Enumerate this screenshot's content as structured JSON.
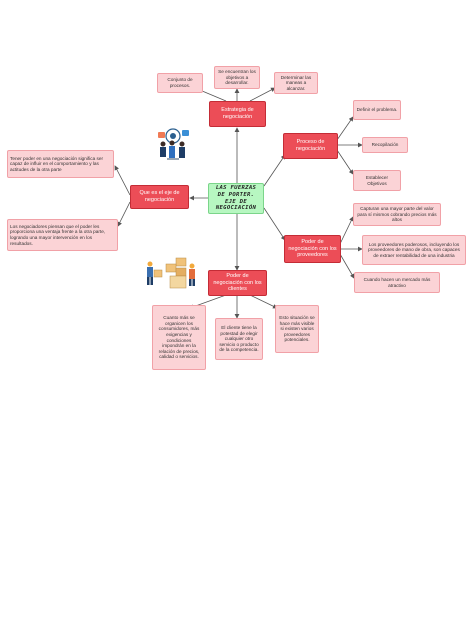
{
  "center": {
    "title": "LAS FUERZAS DE PORTER. EJE DE NEGOCIACIÓN"
  },
  "branches": {
    "top": {
      "label": "Estrategia de negociación",
      "leaves": [
        "Conjunto de procesos.",
        "Se encuentran los objetivos a desarrollar.",
        "Determinar las maneas a alcanzar."
      ]
    },
    "right_upper": {
      "label": "Proceso de negociación",
      "leaves": [
        "Definir el problema.",
        "Recopilación",
        "Establecer Objetivos"
      ]
    },
    "right_lower": {
      "label": "Poder de negociación con los proveedores",
      "leaves": [
        "Capturan una mayor parte del valor para sí mismos cobrando precios más altos",
        "Los proveedores poderosos, incluyendo los proveedores de mano de obra, son capaces de extraer rentabilidad de una industria",
        "Cuando hacen un mercado más atractivo"
      ]
    },
    "left": {
      "label": "Que es el eje de negociación",
      "leaves": [
        "Tener poder en una negociación significa ser capaz de influir en el comportamiento y las actitudes de la otra parte",
        "Los negociadores piensan que el poder les proporciona una ventaja frente a la otra parte, logrando una mayor intervención en los resultados."
      ]
    },
    "bottom": {
      "label": "Poder de negociación con los clientes",
      "leaves": [
        "Cuanto más se organicen los consumidores, más exigencias y condiciones impondrán en la relación de precios, calidad o servicios.",
        "El cliente tiene la potestad de elegir cualquier otro servicio o producto de la competencia.",
        "Esto situación se hace más visible si existen varios proveedores potenciales."
      ]
    }
  },
  "colors": {
    "center_fill": "#b7f7c1",
    "main_fill": "#ec4d57",
    "leaf_fill": "#fbd3d6",
    "connector": "#555555"
  }
}
